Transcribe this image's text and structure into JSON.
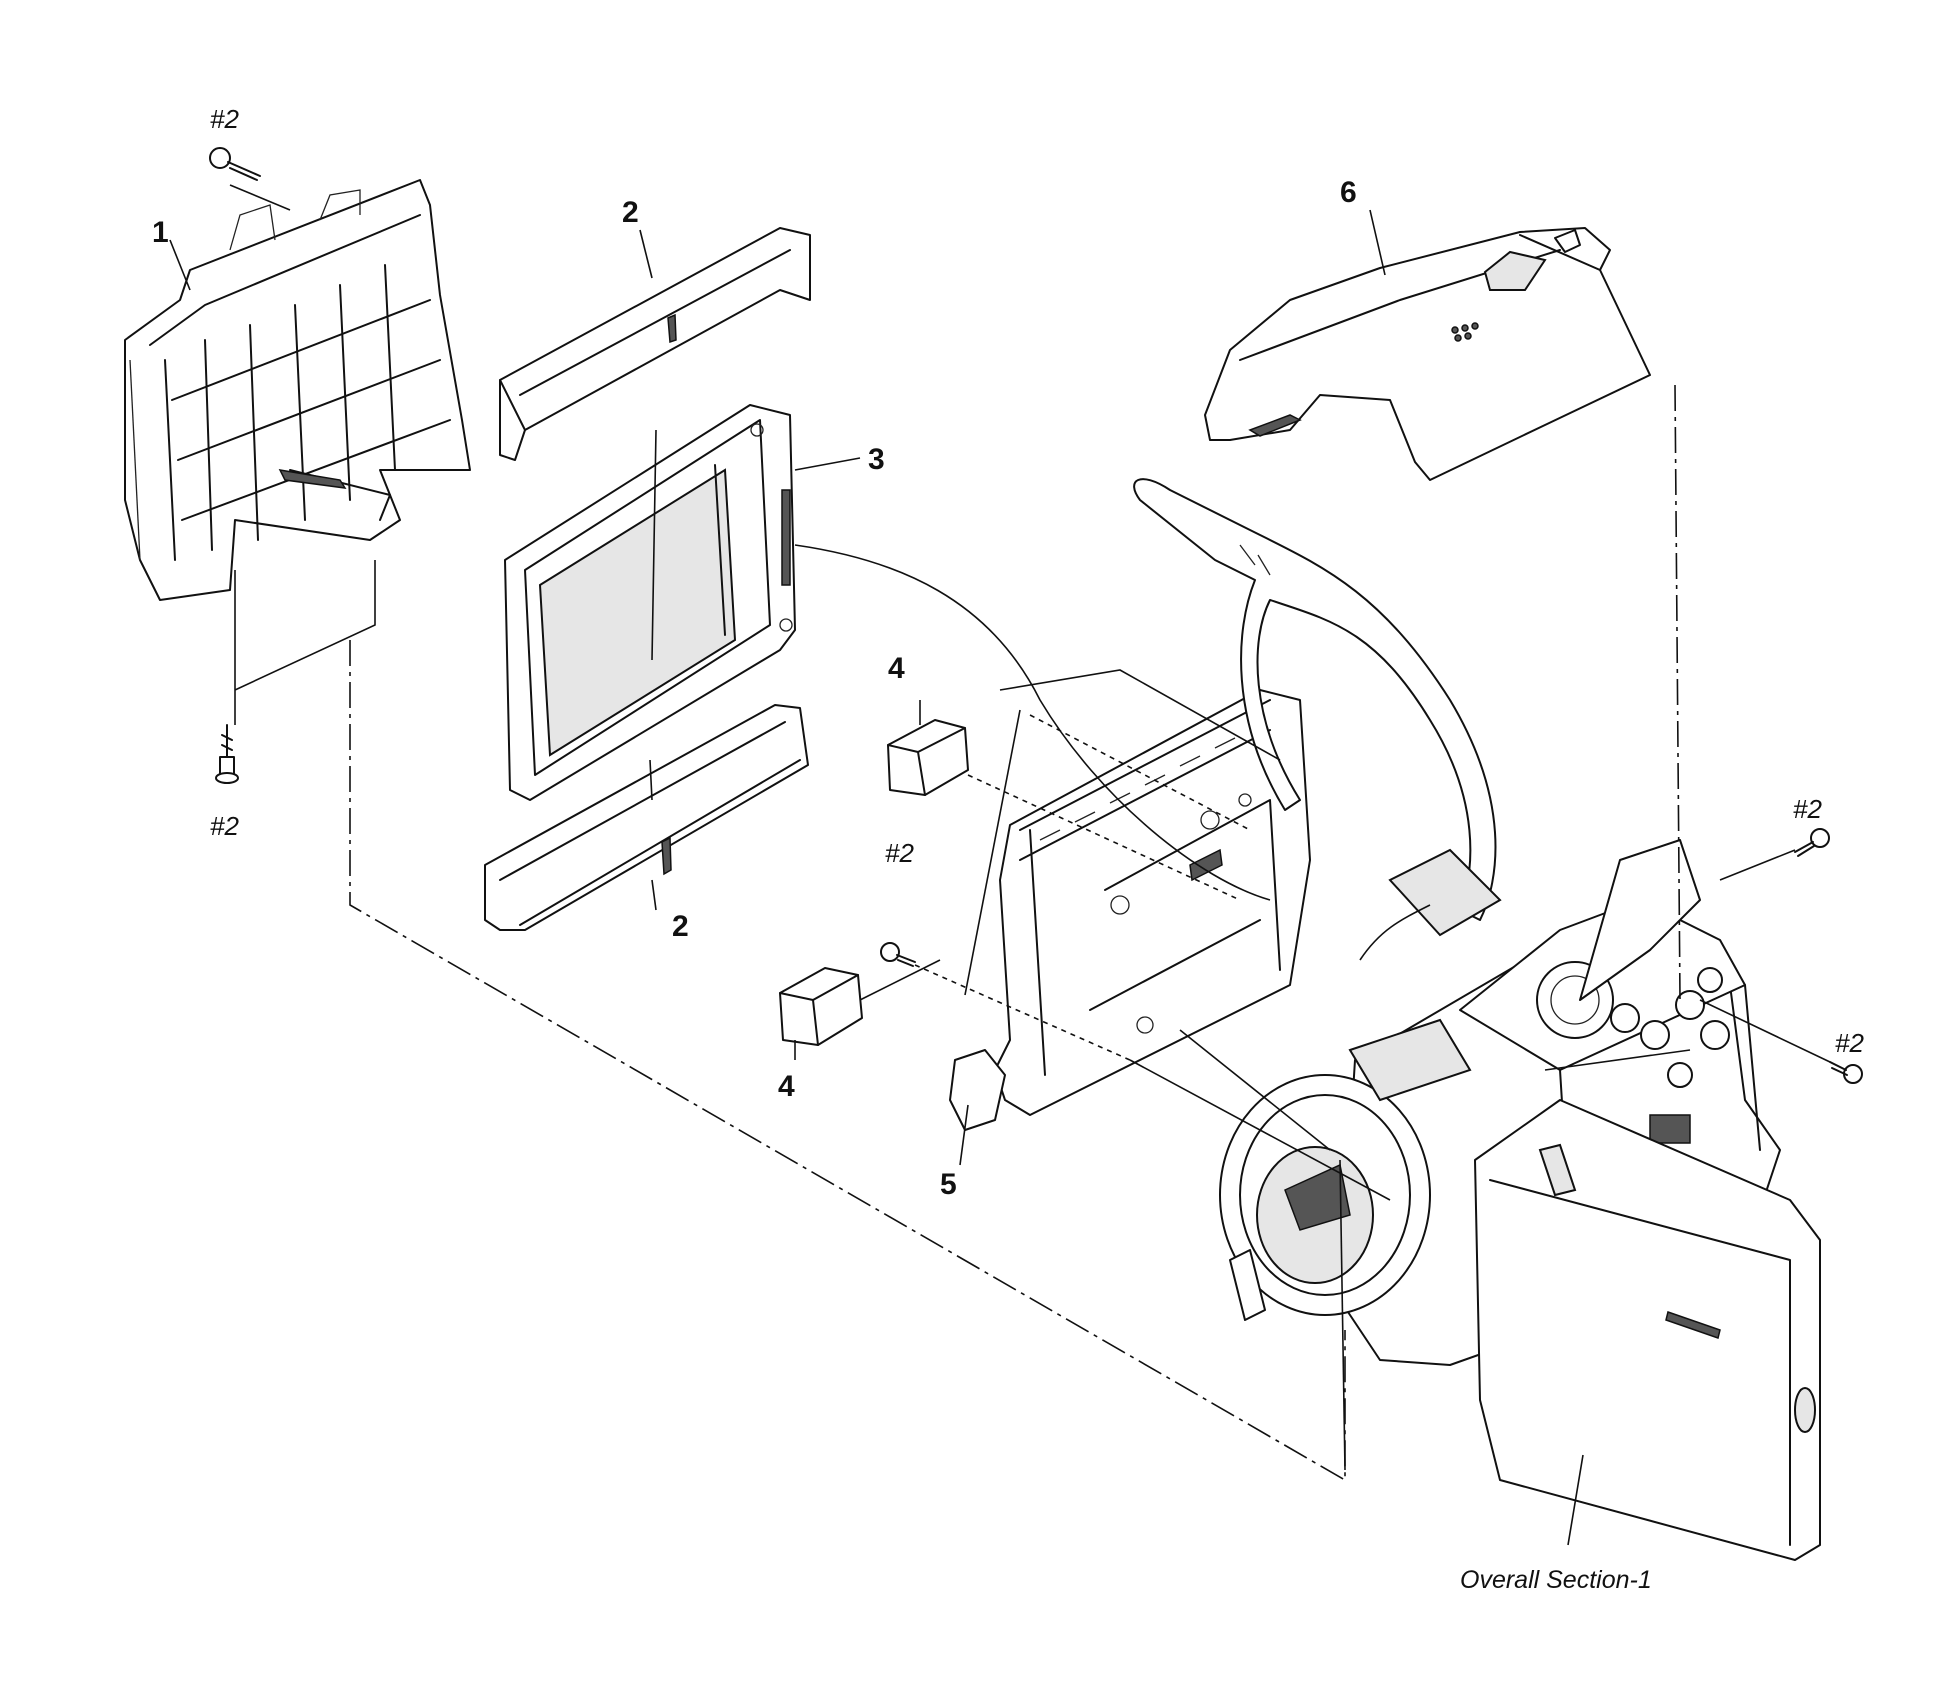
{
  "labels": {
    "part1": "1",
    "part2a": "2",
    "part2b": "2",
    "part3": "3",
    "part4a": "4",
    "part4b": "4",
    "part5": "5",
    "part6": "6"
  },
  "screws": {
    "s1": "#2",
    "s2": "#2",
    "s3": "#2",
    "s4": "#2",
    "s5": "#2"
  },
  "section_ref": "Overall Section-1"
}
